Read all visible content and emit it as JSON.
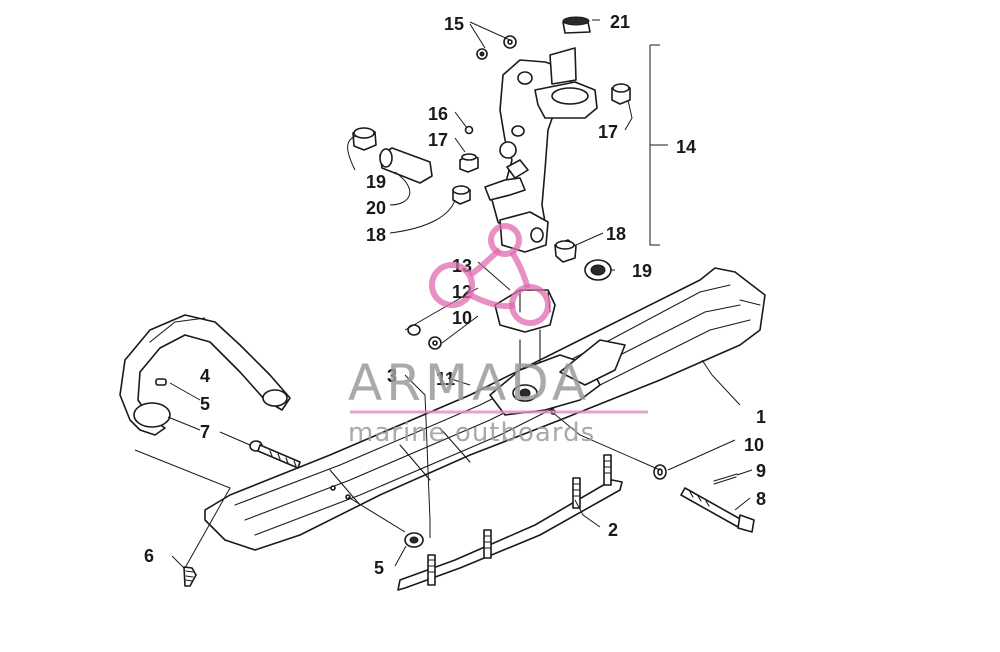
{
  "diagram": {
    "callouts": {
      "c1": "1",
      "c2": "2",
      "c3": "3",
      "c4": "4",
      "c5a": "5",
      "c5b": "5",
      "c6": "6",
      "c7": "7",
      "c8": "8",
      "c9": "9",
      "c10a": "10",
      "c10b": "10",
      "c11": "11",
      "c12": "12",
      "c13": "13",
      "c14": "14",
      "c15": "15",
      "c16": "16",
      "c17a": "17",
      "c17b": "17",
      "c18a": "18",
      "c18b": "18",
      "c19a": "19",
      "c19b": "19",
      "c20": "20",
      "c21": "21"
    }
  },
  "watermark": {
    "title": "ARMADA",
    "subtitle": "marine outboards",
    "colors": {
      "text": "#9a9a9a",
      "logo": "#e06bb0"
    }
  }
}
